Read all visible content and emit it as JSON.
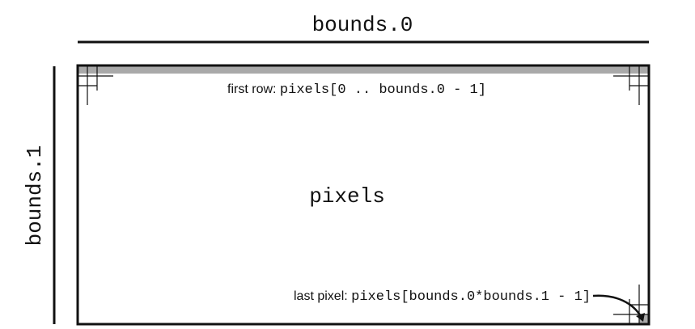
{
  "top_label": "bounds.0",
  "side_label": "bounds.1",
  "center_label": "pixels",
  "first_row": {
    "prefix": "first row: ",
    "code": "pixels[0 .. bounds.0 - 1]"
  },
  "last_pixel": {
    "prefix": "last pixel: ",
    "code": "pixels[bounds.0*bounds.1 - 1]"
  },
  "colors": {
    "stroke": "#111111",
    "row_fill": "#a9a9a9",
    "background": "#ffffff"
  }
}
